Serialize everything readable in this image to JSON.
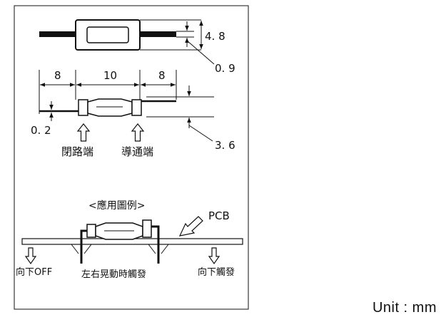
{
  "dims": {
    "height_total": "4. 8",
    "lead_thickness": "0. 9",
    "lead_left": "8",
    "body_length": "10",
    "lead_right": "8",
    "lead_offset": "0. 2",
    "height_side": "3. 6"
  },
  "labels": {
    "closed_end": "閉路端",
    "conduct_end": "導通端",
    "application_title": "<應用圖例>",
    "pcb": "PCB",
    "down_off": "向下OFF",
    "shake_trigger": "左右晃動時觸發",
    "down_trigger": "向下觸發"
  },
  "unit": "Unit : mm",
  "colors": {
    "line": "#111111",
    "background": "#ffffff"
  }
}
